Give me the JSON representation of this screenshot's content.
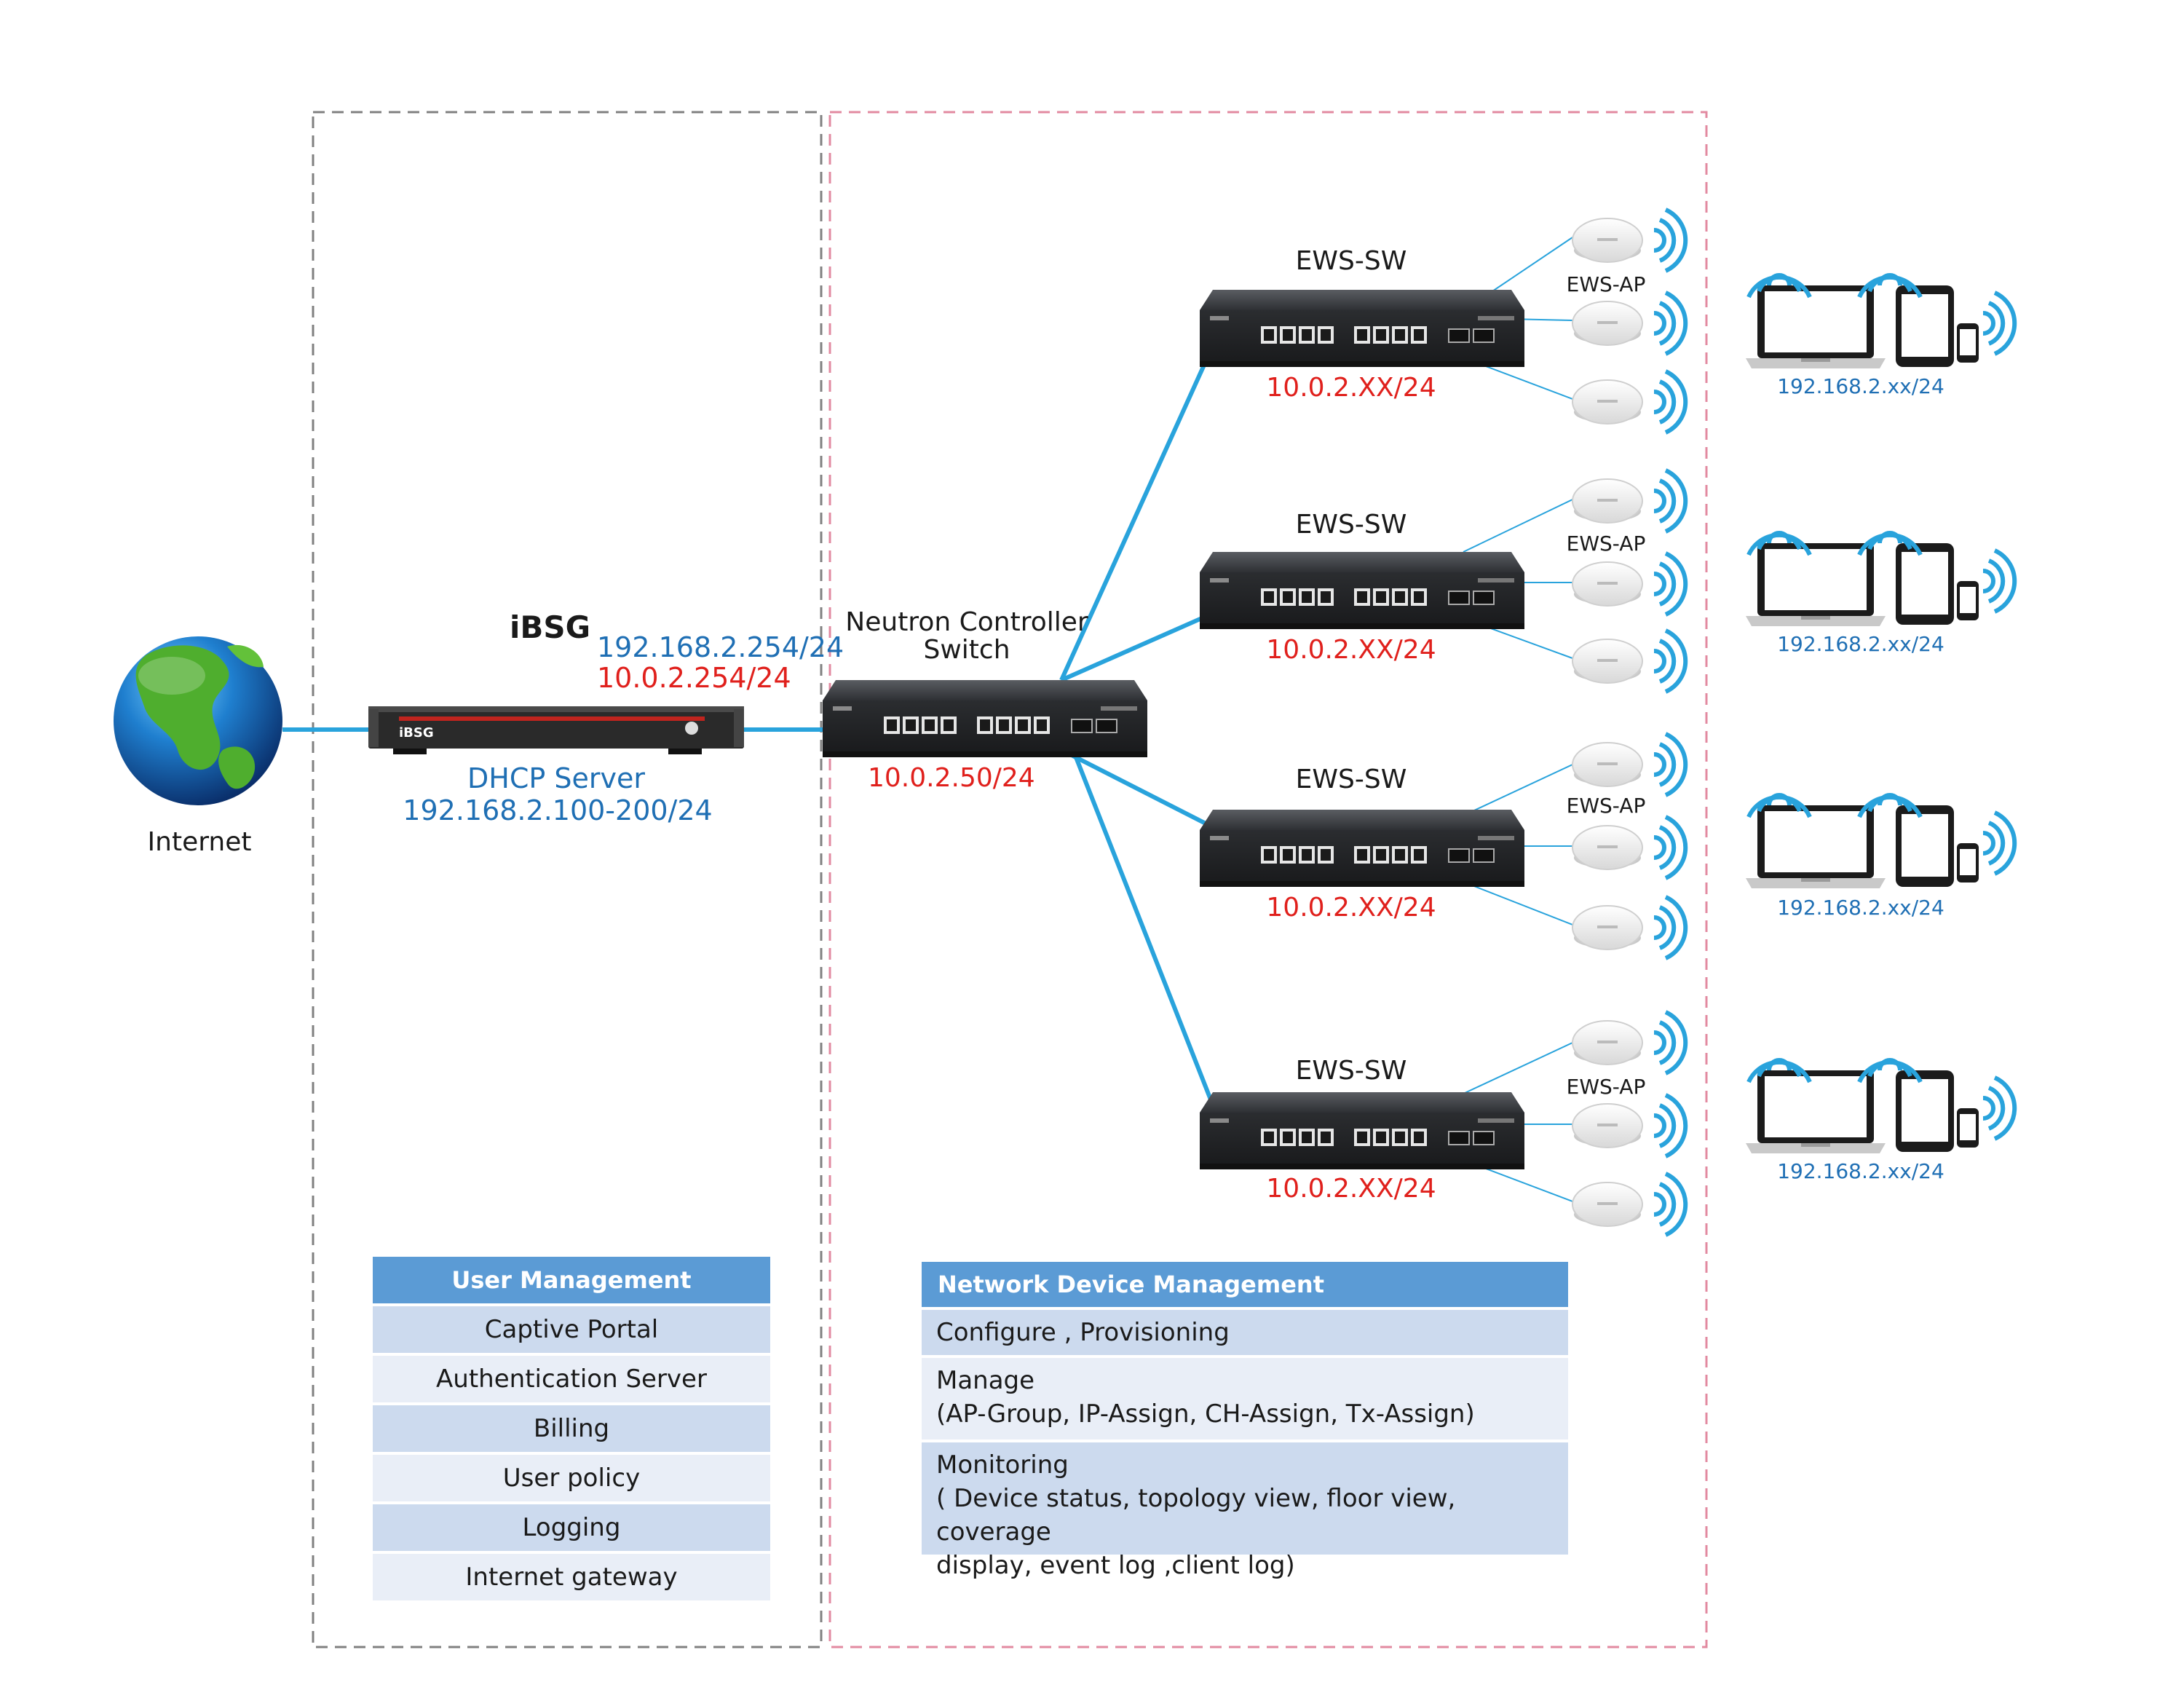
{
  "internet": {
    "label": "Internet"
  },
  "ibsg": {
    "title": "iBSG",
    "ip_lan": "192.168.2.254/24",
    "ip_mgmt": "10.0.2.254/24",
    "dhcp_label": "DHCP Server",
    "dhcp_range": "192.168.2.100-200/24",
    "device_badge": "iBSG"
  },
  "controller": {
    "title_line1": "Neutron Controller",
    "title_line2": "Switch",
    "ip": "10.0.2.50/24"
  },
  "branches": [
    {
      "switch_label": "EWS-SW",
      "switch_ip": "10.0.2.XX/24",
      "ap_label": "EWS-AP",
      "client_subnet": "192.168.2.xx/24"
    },
    {
      "switch_label": "EWS-SW",
      "switch_ip": "10.0.2.XX/24",
      "ap_label": "EWS-AP",
      "client_subnet": "192.168.2.xx/24"
    },
    {
      "switch_label": "EWS-SW",
      "switch_ip": "10.0.2.XX/24",
      "ap_label": "EWS-AP",
      "client_subnet": "192.168.2.xx/24"
    },
    {
      "switch_label": "EWS-SW",
      "switch_ip": "10.0.2.XX/24",
      "ap_label": "EWS-AP",
      "client_subnet": "192.168.2.xx/24"
    }
  ],
  "user_management": {
    "header": "User Management",
    "items": [
      "Captive Portal",
      "Authentication Server",
      "Billing",
      "User policy",
      "Logging",
      "Internet gateway"
    ]
  },
  "network_device_management": {
    "header": "Network Device Management",
    "rows": [
      [
        "Configure , Provisioning"
      ],
      [
        "Manage",
        "(AP-Group, IP-Assign, CH-Assign, Tx-Assign)"
      ],
      [
        "Monitoring",
        "( Device status, topology view, floor view, coverage",
        "display, event log ,client log)"
      ]
    ]
  },
  "colors": {
    "link": "#29a3dc",
    "ip_blue": "#1f6fb4",
    "ip_red": "#e0201c",
    "table_header": "#5b9bd5",
    "zone_left": "#808080",
    "zone_right": "#e28aa0"
  }
}
